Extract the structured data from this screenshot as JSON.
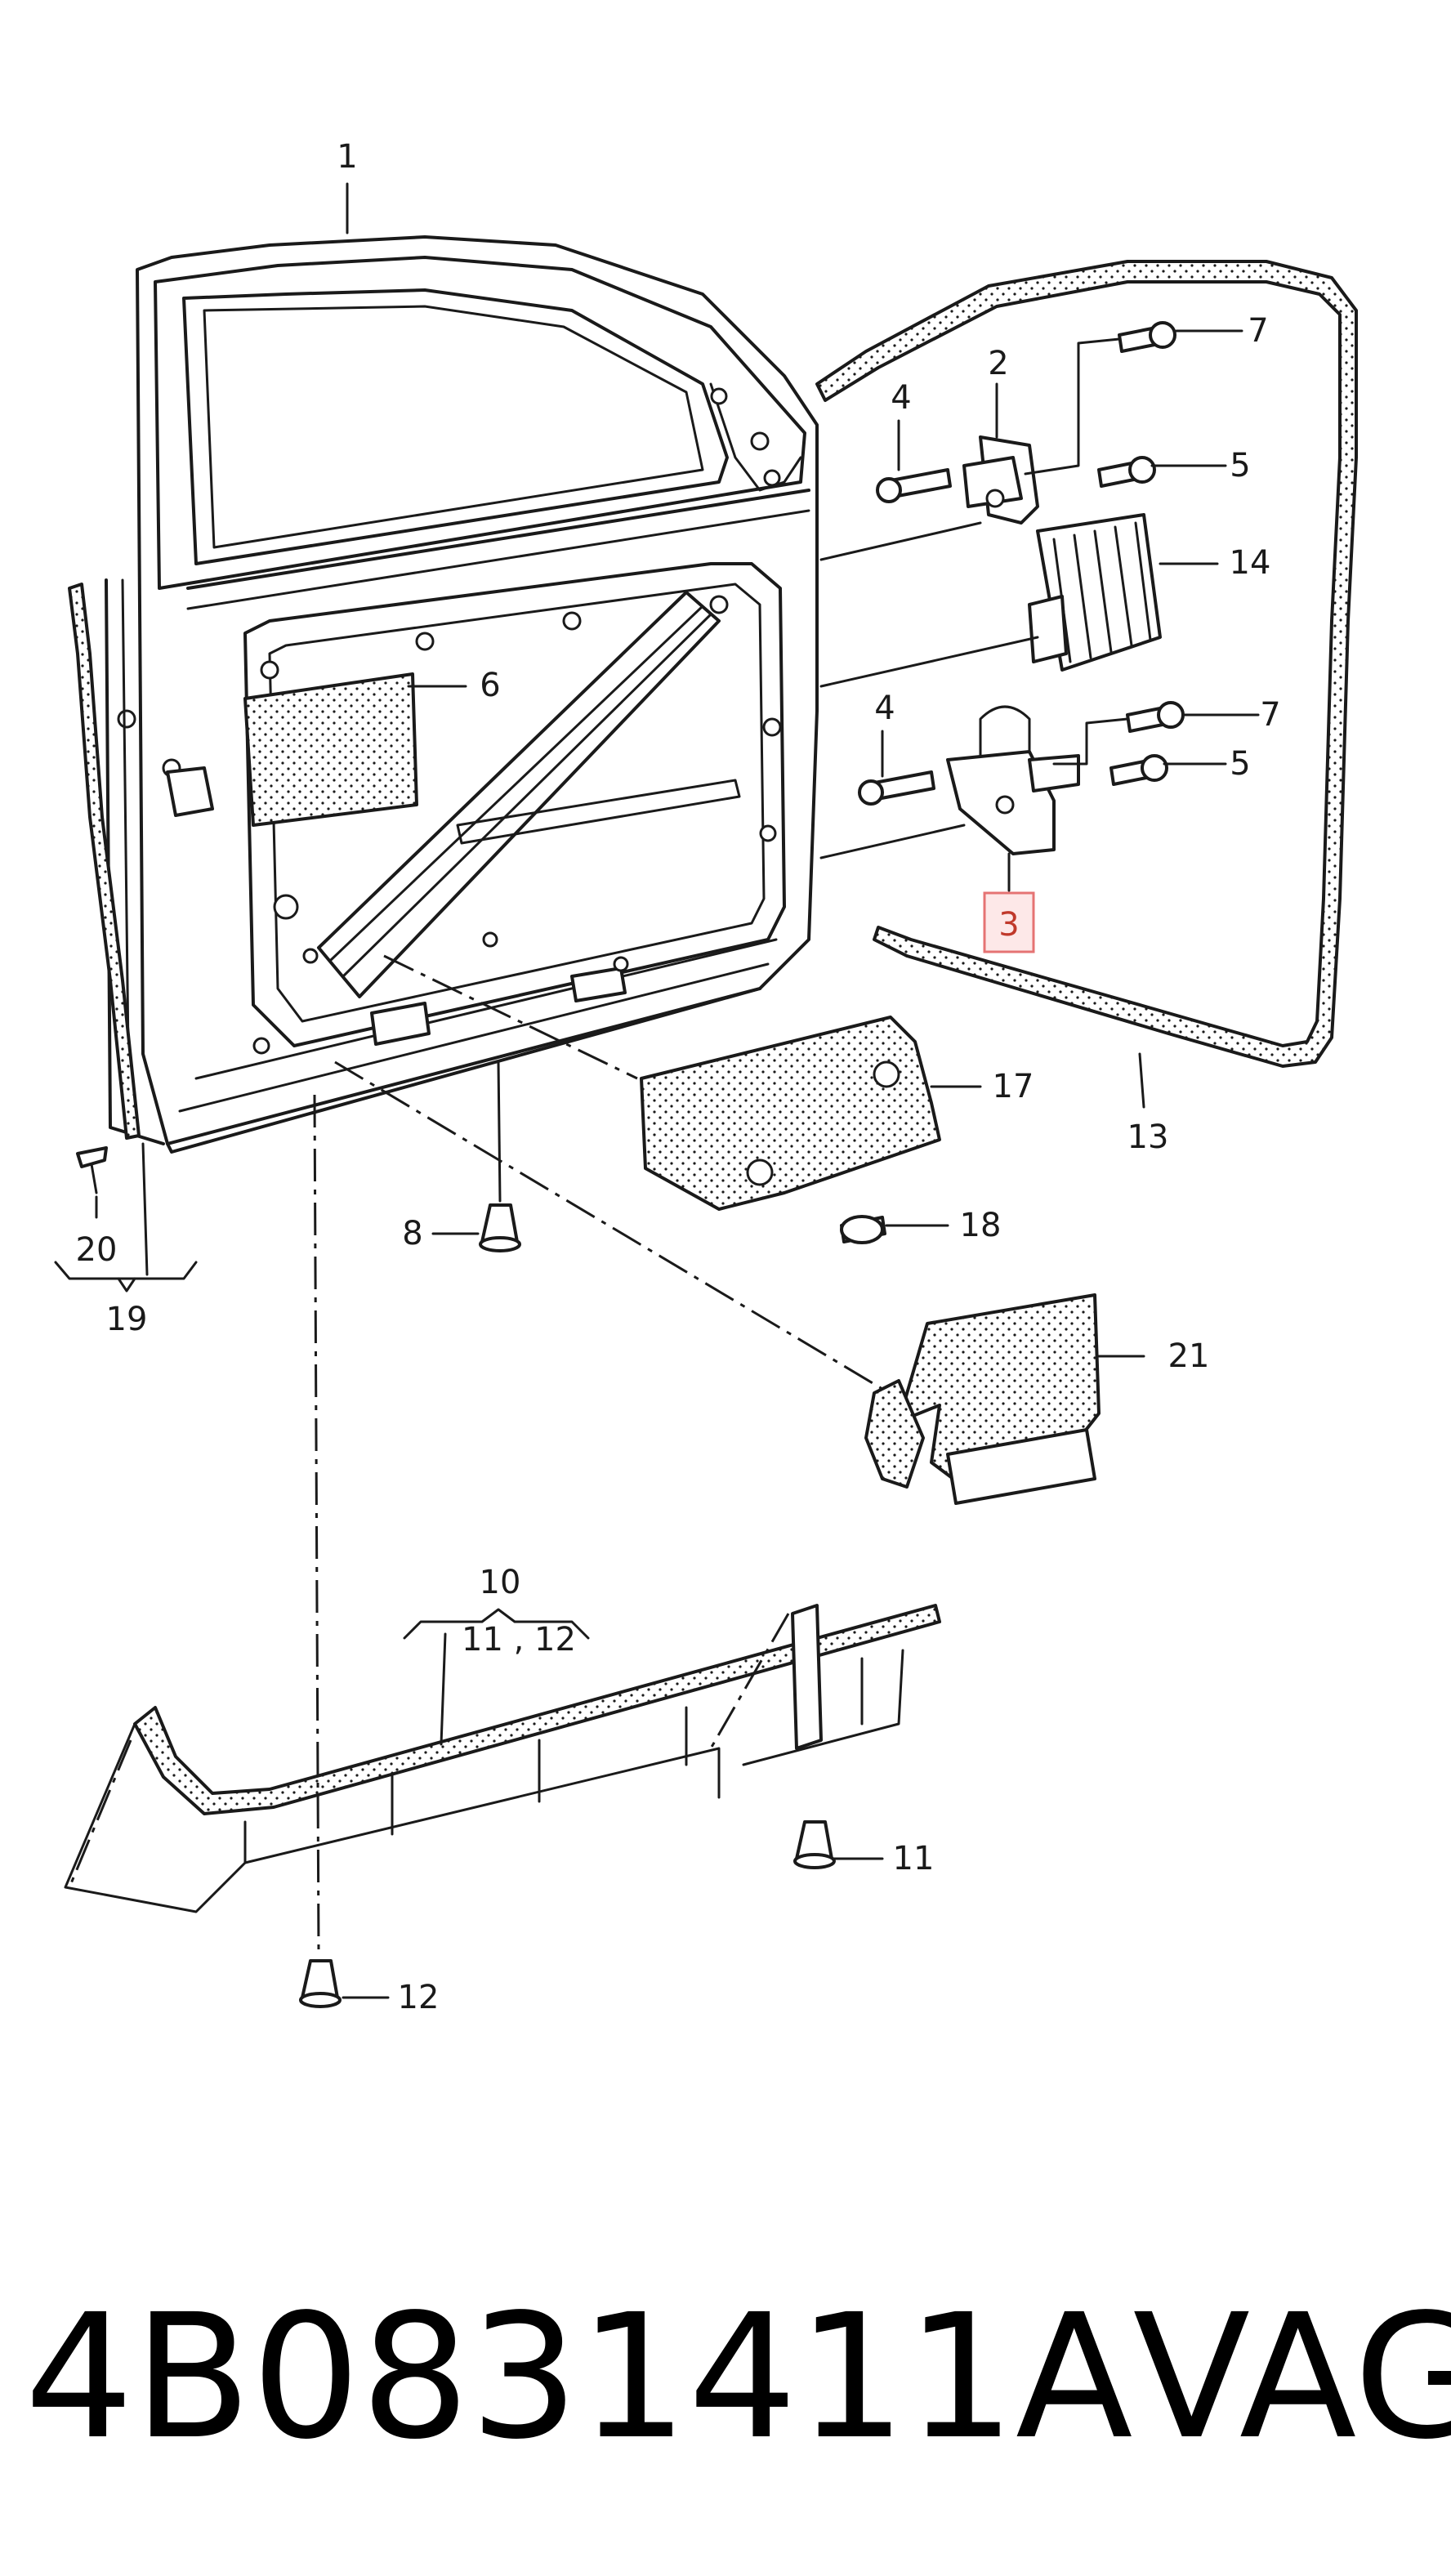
{
  "callouts": {
    "c1": "1",
    "c2": "2",
    "c3": "3",
    "c4a": "4",
    "c4b": "4",
    "c5a": "5",
    "c5b": "5",
    "c6": "6",
    "c7a": "7",
    "c7b": "7",
    "c8": "8",
    "c10": "10",
    "c11_12": "11 , 12",
    "c11": "11",
    "c12": "12",
    "c13": "13",
    "c14": "14",
    "c17": "17",
    "c18": "18",
    "c19": "19",
    "c20": "20",
    "c21": "21"
  },
  "highlighted_callout": "3",
  "colors": {
    "highlight_border": "#e57373",
    "highlight_fill": "#fde8e8",
    "ink": "#1a1a1a"
  },
  "footer": {
    "part_number": "4B0831411A",
    "brand": "VAG"
  }
}
